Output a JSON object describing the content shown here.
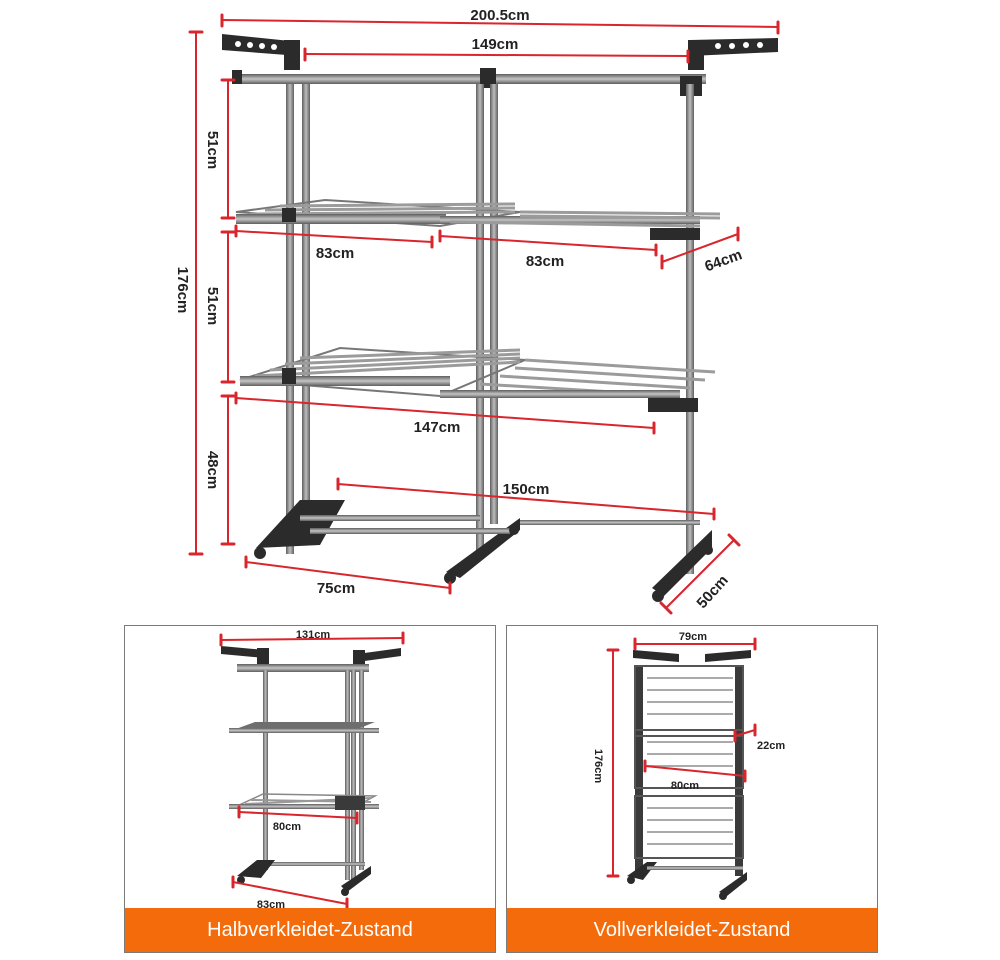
{
  "main_diagram": {
    "width_total": "200.5cm",
    "width_top_bar": "149cm",
    "height_total": "176cm",
    "height_upper": "51cm",
    "height_middle": "51cm",
    "height_lower": "48cm",
    "wing_left": "83cm",
    "wing_right": "83cm",
    "wing_depth": "64cm",
    "lower_shelf_width": "147cm",
    "base_length": "150cm",
    "base_width": "75cm",
    "base_depth": "50cm"
  },
  "panels": [
    {
      "label": "Halbverkleidet-Zustand",
      "width_top": "131cm",
      "shelf_width": "80cm",
      "base_width": "83cm"
    },
    {
      "label": "Vollverkleidet-Zustand",
      "width_top": "79cm",
      "height": "176cm",
      "depth": "22cm",
      "shelf_width": "80cm"
    }
  ],
  "colors": {
    "dimension_line": "#d8262c",
    "label_bar": "#f36b0a",
    "frame_dark": "#2b2b2b",
    "frame_steel": "#8c8c8c"
  }
}
